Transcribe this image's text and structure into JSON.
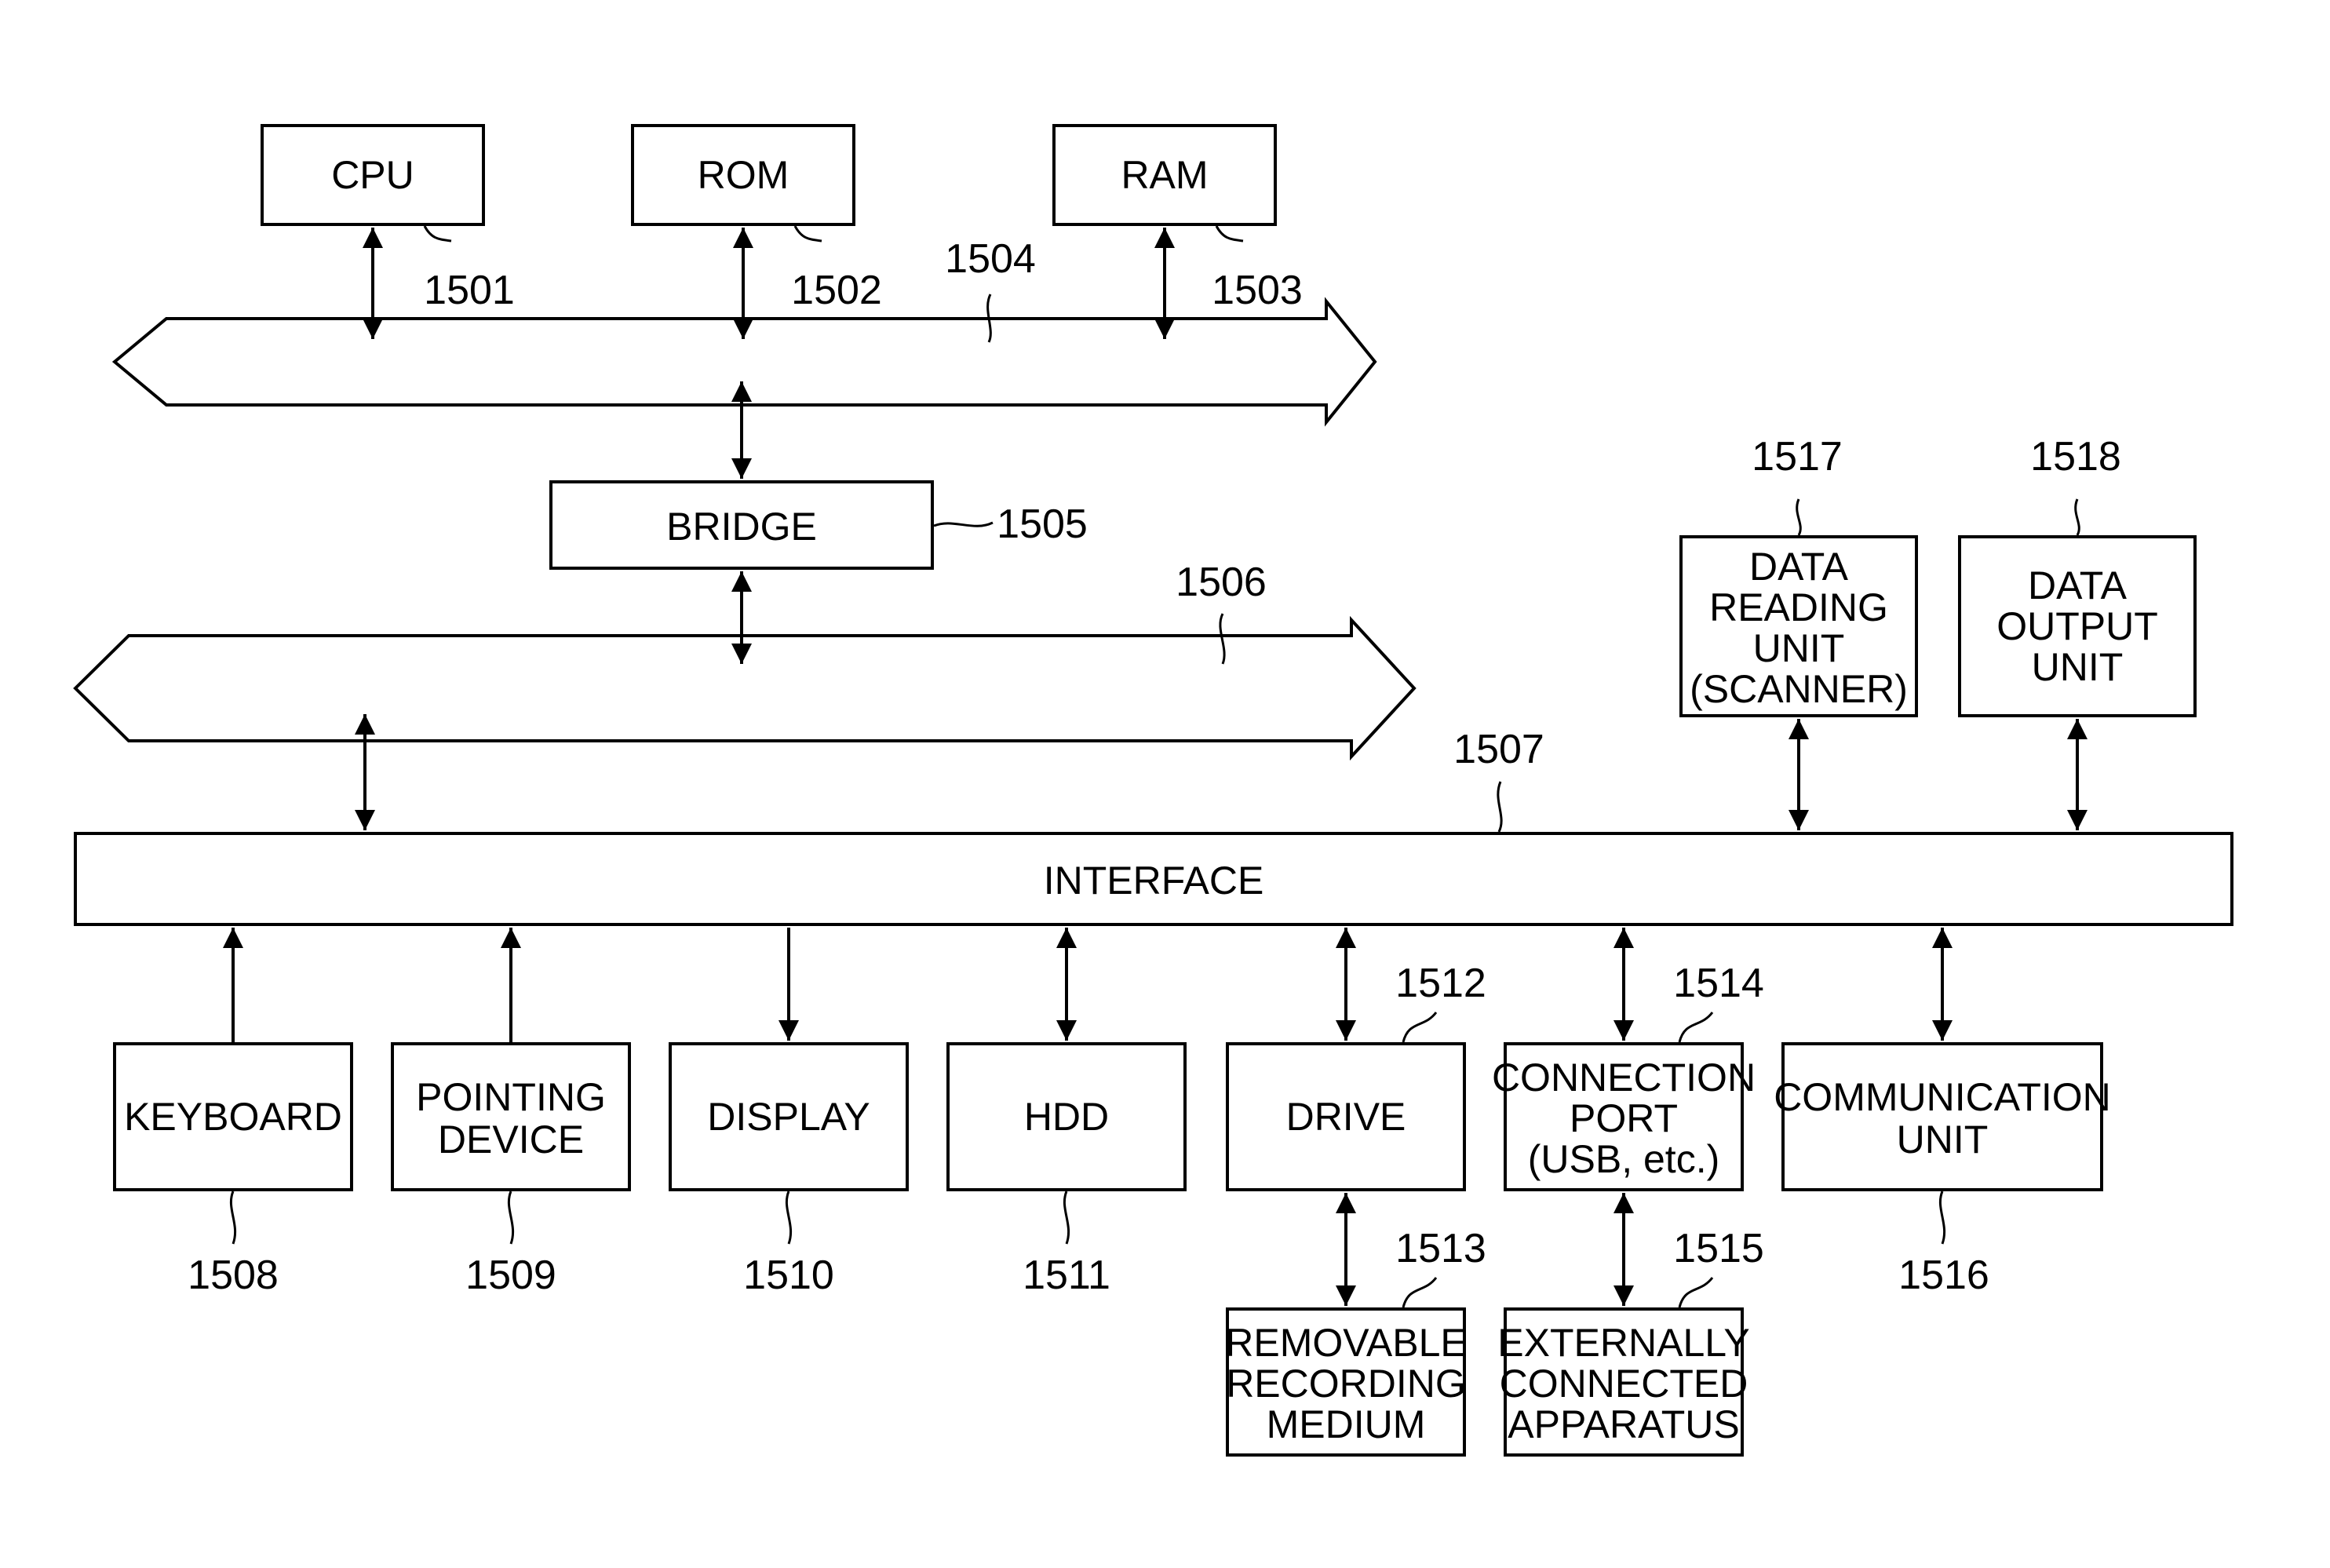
{
  "blocks": {
    "cpu": {
      "label": [
        "CPU"
      ],
      "ref": "1501"
    },
    "rom": {
      "label": [
        "ROM"
      ],
      "ref": "1502"
    },
    "ram": {
      "label": [
        "RAM"
      ],
      "ref": "1503"
    },
    "bridge": {
      "label": [
        "BRIDGE"
      ],
      "ref": "1505"
    },
    "interface": {
      "label": [
        "INTERFACE"
      ],
      "ref": "1507"
    },
    "data_reading_unit": {
      "label": [
        "DATA",
        "READING",
        "UNIT",
        "(SCANNER)"
      ],
      "ref": "1517"
    },
    "data_output_unit": {
      "label": [
        "DATA",
        "OUTPUT",
        "UNIT"
      ],
      "ref": "1518"
    },
    "keyboard": {
      "label": [
        "KEYBOARD"
      ],
      "ref": "1508"
    },
    "pointing_device": {
      "label": [
        "POINTING",
        "DEVICE"
      ],
      "ref": "1509"
    },
    "display": {
      "label": [
        "DISPLAY"
      ],
      "ref": "1510"
    },
    "hdd": {
      "label": [
        "HDD"
      ],
      "ref": "1511"
    },
    "drive": {
      "label": [
        "DRIVE"
      ],
      "ref": "1512"
    },
    "removable_recording_medium": {
      "label": [
        "REMOVABLE",
        "RECORDING",
        "MEDIUM"
      ],
      "ref": "1513"
    },
    "connection_port": {
      "label": [
        "CONNECTION",
        "PORT",
        "(USB, etc.)"
      ],
      "ref": "1514"
    },
    "externally_connected_apparatus": {
      "label": [
        "EXTERNALLY",
        "CONNECTED",
        "APPARATUS"
      ],
      "ref": "1515"
    },
    "communication_unit": {
      "label": [
        "COMMUNICATION",
        "UNIT"
      ],
      "ref": "1516"
    }
  },
  "buses": {
    "host_bus": {
      "ref": "1504"
    },
    "external_bus": {
      "ref": "1506"
    }
  },
  "connections": [
    {
      "from": "cpu",
      "to": "host_bus",
      "direction": "both"
    },
    {
      "from": "rom",
      "to": "host_bus",
      "direction": "both"
    },
    {
      "from": "ram",
      "to": "host_bus",
      "direction": "both"
    },
    {
      "from": "host_bus",
      "to": "bridge",
      "direction": "both"
    },
    {
      "from": "bridge",
      "to": "external_bus",
      "direction": "both"
    },
    {
      "from": "external_bus",
      "to": "interface",
      "direction": "both"
    },
    {
      "from": "data_reading_unit",
      "to": "interface",
      "direction": "both"
    },
    {
      "from": "data_output_unit",
      "to": "interface",
      "direction": "both"
    },
    {
      "from": "keyboard",
      "to": "interface",
      "direction": "to-interface"
    },
    {
      "from": "pointing_device",
      "to": "interface",
      "direction": "to-interface"
    },
    {
      "from": "interface",
      "to": "display",
      "direction": "to-display"
    },
    {
      "from": "hdd",
      "to": "interface",
      "direction": "both"
    },
    {
      "from": "drive",
      "to": "interface",
      "direction": "both"
    },
    {
      "from": "connection_port",
      "to": "interface",
      "direction": "both"
    },
    {
      "from": "communication_unit",
      "to": "interface",
      "direction": "both"
    },
    {
      "from": "drive",
      "to": "removable_recording_medium",
      "direction": "both"
    },
    {
      "from": "connection_port",
      "to": "externally_connected_apparatus",
      "direction": "both"
    }
  ]
}
